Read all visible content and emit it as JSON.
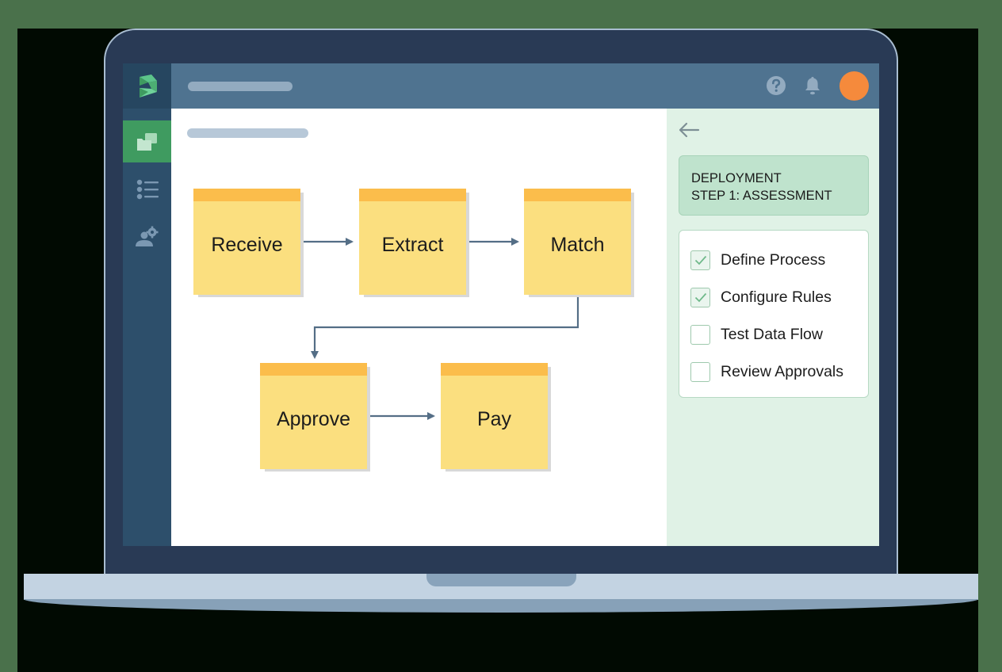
{
  "colors": {
    "page_background": "#4a714b",
    "laptop_bezel": "#293a55",
    "sidebar": "#2d4f6b",
    "sidebar_active": "#3f9b60",
    "topbar": "#4f7390",
    "avatar": "#f58a3c",
    "note_body": "#fbdf7f",
    "note_header": "#fbbd4b",
    "connector": "#546e86",
    "panel_background": "#e0f2e6",
    "step_card": "#bfe3cd"
  },
  "app": {
    "logo_icon": "brand-logo-icon"
  },
  "sidebar": {
    "items": [
      {
        "id": "folders",
        "icon": "folders-icon",
        "active": true
      },
      {
        "id": "list",
        "icon": "list-icon",
        "active": false
      },
      {
        "id": "user-settings",
        "icon": "user-gear-icon",
        "active": false
      }
    ]
  },
  "topbar": {
    "title_placeholder": "",
    "icons": [
      "help-icon",
      "bell-icon"
    ],
    "avatar": "user-avatar"
  },
  "canvas": {
    "subtitle_placeholder": "",
    "nodes": [
      {
        "id": "receive",
        "label": "Receive"
      },
      {
        "id": "extract",
        "label": "Extract"
      },
      {
        "id": "match",
        "label": "Match"
      },
      {
        "id": "approve",
        "label": "Approve"
      },
      {
        "id": "pay",
        "label": "Pay"
      }
    ],
    "edges": [
      {
        "from": "receive",
        "to": "extract"
      },
      {
        "from": "extract",
        "to": "match"
      },
      {
        "from": "match",
        "to": "approve"
      },
      {
        "from": "approve",
        "to": "pay"
      }
    ]
  },
  "panel": {
    "back_icon": "arrow-left-icon",
    "step_card": {
      "line1": "DEPLOYMENT",
      "line2": "STEP 1: ASSESSMENT"
    },
    "checklist": [
      {
        "label": "Define Process",
        "checked": true
      },
      {
        "label": "Configure Rules",
        "checked": true
      },
      {
        "label": "Test Data Flow",
        "checked": false
      },
      {
        "label": "Review Approvals",
        "checked": false
      }
    ]
  }
}
